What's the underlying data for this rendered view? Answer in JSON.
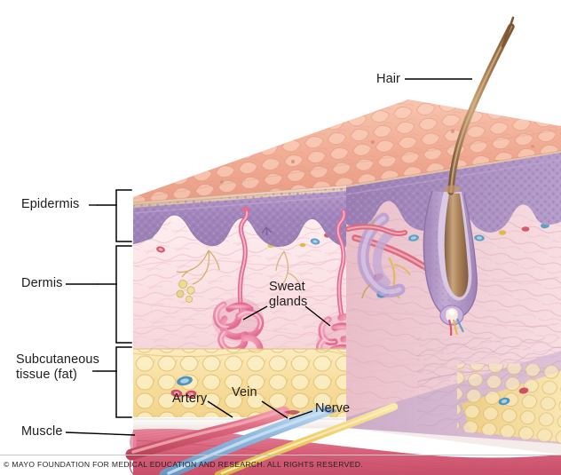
{
  "illustration": {
    "title": "Cross-section of human skin layers",
    "surface_texture": "polygonal epidermal cells"
  },
  "labels": {
    "hair": "Hair",
    "epidermis": "Epidermis",
    "dermis": "Dermis",
    "sweat_glands_line1": "Sweat",
    "sweat_glands_line2": "glands",
    "subcutaneous_line1": "Subcutaneous",
    "subcutaneous_line2": "tissue (fat)",
    "muscle": "Muscle",
    "artery": "Artery",
    "vein": "Vein",
    "nerve": "Nerve"
  },
  "credit": {
    "text": "© MAYO FOUNDATION FOR MEDICAL EDUCATION AND RESEARCH. ALL RIGHTS RESERVED."
  },
  "colors": {
    "skin_surface": "#f0a88f",
    "skin_surface_light": "#f7c6b0",
    "epidermis": "#a084b8",
    "epidermis_light": "#bda3ce",
    "dermis": "#fbe2e4",
    "dermis_shadow": "#efc4cb",
    "fat": "#f6de9e",
    "fat_light": "#fcefc4",
    "muscle": "#d9607a",
    "muscle_light": "#e88ea0",
    "artery": "#d7566c",
    "vein": "#8fb8dd",
    "nerve": "#f0cf6a",
    "sweat_gland": "#e87a9c",
    "sweat_gland_light": "#f3a9c0",
    "hair": "#8a6440",
    "hair_light": "#c49a6c",
    "leader_line": "#000000",
    "label_text": "#1d1d1b"
  }
}
